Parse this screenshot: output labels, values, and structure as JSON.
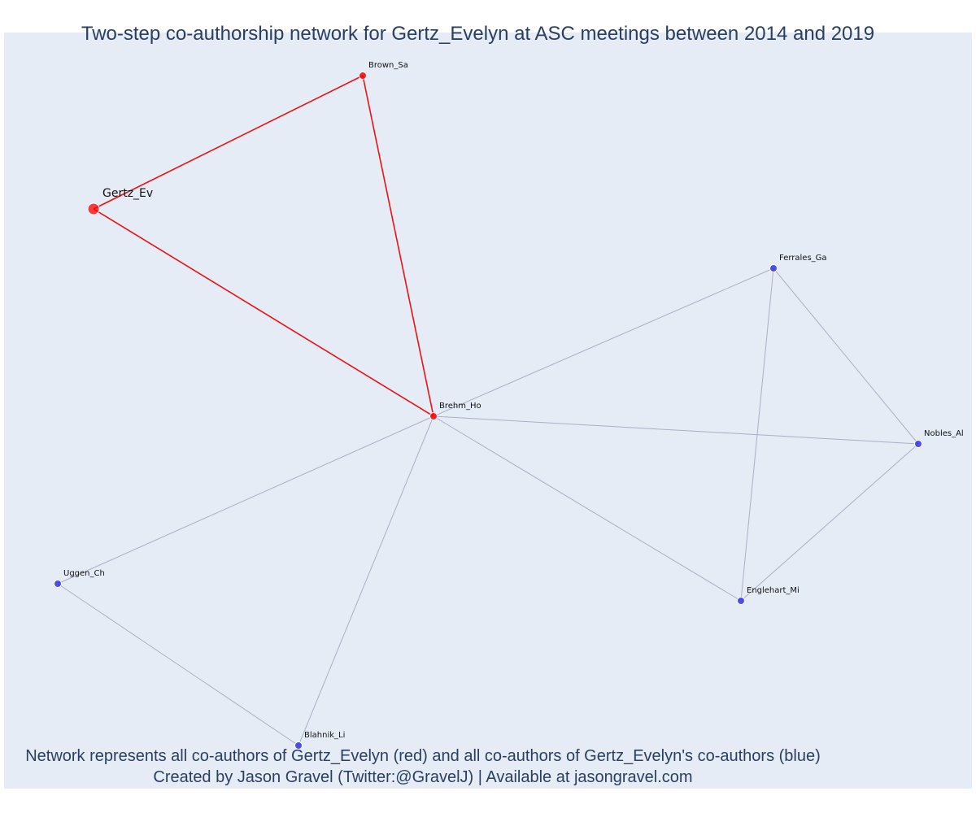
{
  "title": "Two-step co-authorship network for Gertz_Evelyn at ASC meetings between 2014 and 2019",
  "footer": {
    "line1": "Network represents all co-authors of Gertz_Evelyn (red) and all co-authors of Gertz_Evelyn's co-authors (blue)",
    "line2": "Created by Jason Gravel (Twitter:@GravelJ) | Available at jasongravel.com"
  },
  "colors": {
    "plot_background": "#e5ecf6",
    "first_step": "#ff0000",
    "second_step": "#3333ee",
    "first_step_edge": "#ee1111",
    "second_step_edge": "#aab0c4"
  },
  "nodes": [
    {
      "id": "Gertz_Ev",
      "label": "Gertz_Ev",
      "group": "focal"
    },
    {
      "id": "Brown_Sa",
      "label": "Brown_Sa",
      "group": "first"
    },
    {
      "id": "Brehm_Ho",
      "label": "Brehm_Ho",
      "group": "first"
    },
    {
      "id": "Ferrales_Ga",
      "label": "Ferrales_Ga",
      "group": "second"
    },
    {
      "id": "Nobles_Al",
      "label": "Nobles_Al",
      "group": "second"
    },
    {
      "id": "Englehart_Mi",
      "label": "Englehart_Mi",
      "group": "second"
    },
    {
      "id": "Uggen_Ch",
      "label": "Uggen_Ch",
      "group": "second"
    },
    {
      "id": "Blahnik_Li",
      "label": "Blahnik_Li",
      "group": "second"
    }
  ],
  "edges": [
    {
      "source": "Gertz_Ev",
      "target": "Brown_Sa",
      "type": "first"
    },
    {
      "source": "Gertz_Ev",
      "target": "Brehm_Ho",
      "type": "first"
    },
    {
      "source": "Brown_Sa",
      "target": "Brehm_Ho",
      "type": "first"
    },
    {
      "source": "Brehm_Ho",
      "target": "Ferrales_Ga",
      "type": "second"
    },
    {
      "source": "Brehm_Ho",
      "target": "Nobles_Al",
      "type": "second"
    },
    {
      "source": "Brehm_Ho",
      "target": "Englehart_Mi",
      "type": "second"
    },
    {
      "source": "Brehm_Ho",
      "target": "Uggen_Ch",
      "type": "second"
    },
    {
      "source": "Brehm_Ho",
      "target": "Blahnik_Li",
      "type": "second"
    },
    {
      "source": "Ferrales_Ga",
      "target": "Nobles_Al",
      "type": "second"
    },
    {
      "source": "Ferrales_Ga",
      "target": "Englehart_Mi",
      "type": "second"
    },
    {
      "source": "Nobles_Al",
      "target": "Englehart_Mi",
      "type": "second"
    },
    {
      "source": "Uggen_Ch",
      "target": "Blahnik_Li",
      "type": "second"
    }
  ]
}
